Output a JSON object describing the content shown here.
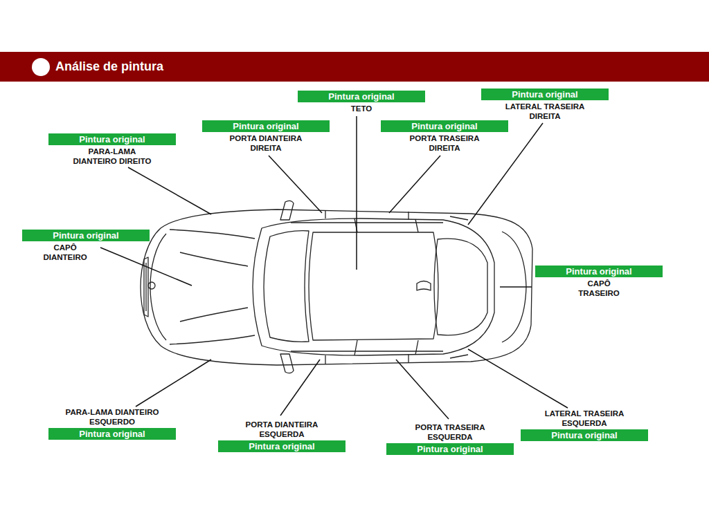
{
  "diagram": {
    "title": "Análise de pintura",
    "nodes": [
      {
        "text": [
          "Pintura original",
          "TETO"
        ]
      },
      {
        "text": [
          "Pintura original",
          "LATERAL TRASEIRA DIREITA"
        ]
      },
      {
        "text": [
          "Pintura original",
          "PORTA DIANTEIRA DIREITA"
        ]
      },
      {
        "text": [
          "Pintura original",
          "PORTA TRASEIRA DIREITA"
        ]
      },
      {
        "text": [
          "Pintura original",
          "PARA-LAMA DIANTEIRO DIREITO"
        ]
      },
      {
        "text": [
          "Pintura original",
          "CAPÔ DIANTEIRO"
        ]
      },
      {
        "text": [
          "Pintura original",
          "CAPÔ TRASEIRO"
        ]
      },
      {
        "text": [
          "Pintura original",
          "PARA-LAMA DIANTEIRO ESQUERDO"
        ]
      },
      {
        "text": [
          "Pintura original",
          "LATERAL TRASEIRA ESQUERDA"
        ]
      },
      {
        "text": [
          "Pintura original",
          "PORTA DIANTEIRA ESQUERDA"
        ]
      },
      {
        "text": [
          "Pintura original",
          "PORTA TRASEIRA ESQUERDA"
        ]
      }
    ]
  }
}
